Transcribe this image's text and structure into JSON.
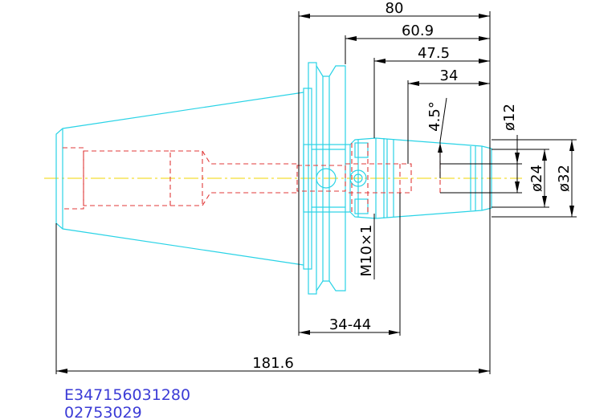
{
  "dimensions": {
    "overall_length": "181.6",
    "flange_length": "80",
    "len_60_9": "60.9",
    "len_47_5": "47.5",
    "len_34": "34",
    "taper_angle": "4.5°",
    "dia_12": "ø12",
    "dia_24": "ø24",
    "dia_32": "ø32",
    "thread": "M10×1",
    "adjust_range": "34-44"
  },
  "codes": {
    "line1": "E347156031280",
    "line2": "02753029"
  },
  "colors": {
    "outline": "#2ad3e6",
    "hidden": "#e03a3a",
    "centerline": "#f0d400",
    "dimension": "#000000",
    "code_text": "#3b3bd6"
  }
}
